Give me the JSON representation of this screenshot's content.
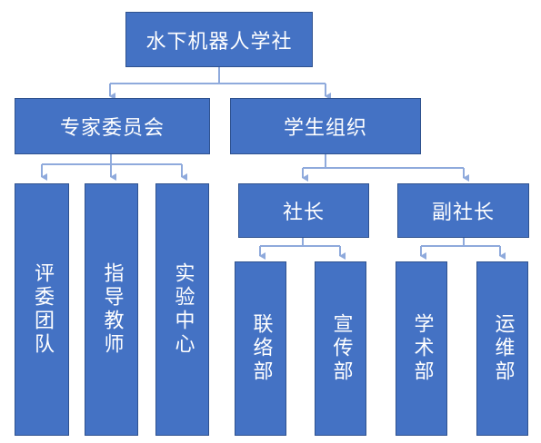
{
  "root": {
    "label": "水下机器人学社"
  },
  "expert_committee": {
    "label": "专家委员会",
    "children": [
      "评委团队",
      "指导教师",
      "实验中心"
    ]
  },
  "student_org": {
    "label": "学生组织",
    "president": {
      "label": "社长",
      "children": [
        "联络部",
        "宣传部"
      ]
    },
    "vice_president": {
      "label": "副社长",
      "children": [
        "学术部",
        "运维部"
      ]
    }
  },
  "colors": {
    "box_fill": "#4472c4",
    "box_border": "#2f528f",
    "connector": "#8faadc",
    "text": "#ffffff"
  }
}
